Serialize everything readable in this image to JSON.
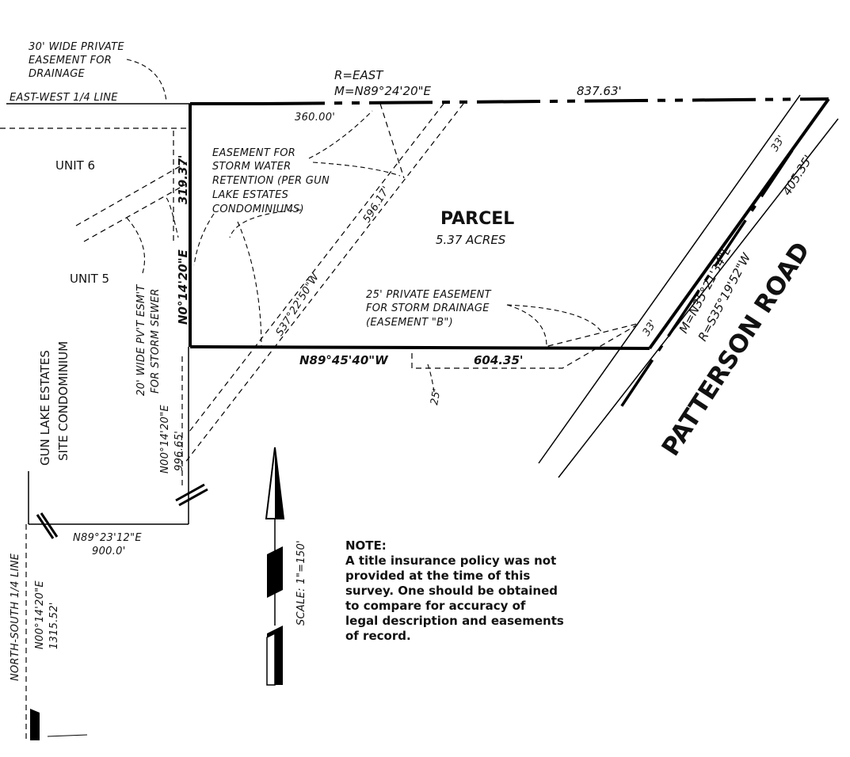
{
  "labels": {
    "drainage_easement_30": [
      "30' WIDE PRIVATE",
      "EASEMENT FOR",
      "DRAINAGE"
    ],
    "east_west_line": "EAST-WEST 1/4 LINE",
    "north_record": "R=EAST",
    "north_measured": "M=N89°24'20\"E",
    "north_length": "837.63'",
    "north_partial": "360.00'",
    "unit_6": "UNIT 6",
    "unit_5": "UNIT 5",
    "west_side_bearing": "N0°14'20\"E",
    "west_side_length": "319.37'",
    "storm_water_easement": [
      "EASEMENT FOR",
      "STORM WATER",
      "RETENTION (PER GUN",
      "LAKE ESTATES",
      "CONDOMINIUMS)"
    ],
    "diagonal_length": "596.17'",
    "diagonal_bearing": "S37°22'50\"W",
    "parcel_title": "PARCEL",
    "parcel_area": "5.37 ACRES",
    "private_easement_25": [
      "25' PRIVATE EASEMENT",
      "FOR STORM DRAINAGE",
      "(EASEMENT \"B\")"
    ],
    "south_bearing": "N89°45'40\"W",
    "south_length": "604.35'",
    "south_easement_width": "25'",
    "east_measured": "M=N35°21'34\"E",
    "east_record": "R=S35°19'52\"W",
    "east_length": "405.35'",
    "road_width_top": "33'",
    "road_width_bottom": "33'",
    "road_name": "PATTERSON ROAD",
    "condominium": [
      "GUN LAKE ESTATES",
      "SITE CONDOMINIUM"
    ],
    "sewer_easement": [
      "20' WIDE PV'T ESM'T",
      "FOR STORM SEWER"
    ],
    "lower_west_bearing": "N00°14'20\"E",
    "lower_west_length": "996.65'",
    "south_tie_bearing": "N89°23'12\"E",
    "south_tie_length": "900.0'",
    "north_south_line": "NORTH-SOUTH 1/4 LINE",
    "ns_bearing": "N00°14'20\"E",
    "ns_length": "1315.52'",
    "scale": "SCALE: 1\"=150'"
  },
  "note": {
    "heading": "NOTE:",
    "lines": [
      "A title insurance policy was not",
      "provided at the time of this",
      "survey. One should be obtained",
      "to compare for accuracy of",
      "legal description and easements",
      "of record."
    ]
  },
  "icons": {
    "north_arrow": "north-arrow-icon"
  },
  "colors": {
    "line": "#000000",
    "background": "#ffffff"
  }
}
